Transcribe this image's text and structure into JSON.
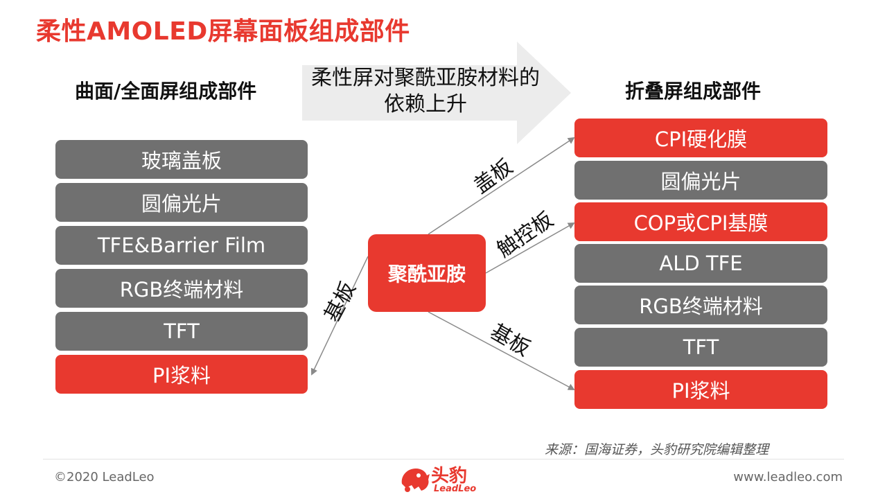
{
  "title": "柔性AMOLED屏幕面板组成部件",
  "left_column": {
    "heading": "曲面/全面屏组成部件",
    "items": [
      {
        "label": "玻璃盖板",
        "color": "grey"
      },
      {
        "label": "圆偏光片",
        "color": "grey"
      },
      {
        "label": "TFE&Barrier Film",
        "color": "grey"
      },
      {
        "label": "RGB终端材料",
        "color": "grey"
      },
      {
        "label": "TFT",
        "color": "grey"
      },
      {
        "label": "PI浆料",
        "color": "red"
      }
    ]
  },
  "right_column": {
    "heading": "折叠屏组成部件",
    "items": [
      {
        "label": "CPI硬化膜",
        "color": "red"
      },
      {
        "label": "圆偏光片",
        "color": "grey"
      },
      {
        "label": "COP或CPI基膜",
        "color": "red"
      },
      {
        "label": "ALD TFE",
        "color": "grey"
      },
      {
        "label": "RGB终端材料",
        "color": "grey"
      },
      {
        "label": "TFT",
        "color": "grey"
      },
      {
        "label": "PI浆料",
        "color": "red"
      }
    ]
  },
  "center": {
    "label": "聚酰亚胺"
  },
  "big_arrow": {
    "text_line1": "柔性屏对聚酰亚胺材料的",
    "text_line2": "依赖上升"
  },
  "edges": [
    {
      "from": "聚酰亚胺",
      "to": "PI浆料 (左)",
      "label": "基板"
    },
    {
      "from": "聚酰亚胺",
      "to": "CPI硬化膜",
      "label": "盖板"
    },
    {
      "from": "聚酰亚胺",
      "to": "COP或CPI基膜",
      "label": "触控板"
    },
    {
      "from": "聚酰亚胺",
      "to": "PI浆料 (右)",
      "label": "基板"
    }
  ],
  "footer": {
    "source": "来源：国海证券，头豹研究院编辑整理",
    "copyright": "©2020 LeadLeo",
    "website": "www.leadleo.com",
    "logo_cn": "头豹",
    "logo_en": "LeadLeo"
  },
  "colors": {
    "accent_red": "#e8392f",
    "box_grey": "#707070",
    "arrow_grey": "#ececec",
    "line_grey": "#8a8a8a"
  },
  "icons": [
    "logo-leopard-icon"
  ]
}
